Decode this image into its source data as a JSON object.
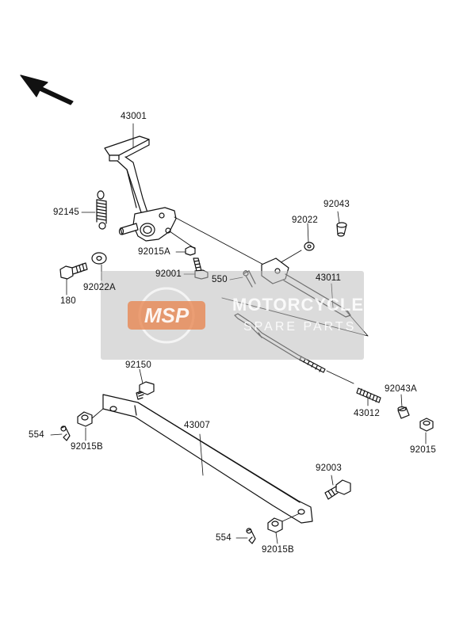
{
  "diagram": {
    "parts": {
      "p43001": "43001",
      "p92145": "92145",
      "p92015A": "92015A",
      "p92022A": "92022A",
      "p180": "180",
      "p92001": "92001",
      "p92043": "92043",
      "p92022": "92022",
      "p550": "550",
      "p43011": "43011",
      "p92150": "92150",
      "p554a": "554",
      "p92015B_a": "92015B",
      "p43007": "43007",
      "p43012": "43012",
      "p92043A": "92043A",
      "p92015": "92015",
      "p92003": "92003",
      "p554b": "554",
      "p92015B_b": "92015B"
    }
  },
  "watermark": {
    "logo_text": "MSP",
    "line1": "MOTORCYCLE",
    "line2": "SPARE PARTS"
  },
  "icons": {
    "orientation": "front-direction-arrow-icon"
  },
  "colors": {
    "line": "#111111",
    "watermark_bg": "#bebebe",
    "logo_orange": "#e8824a"
  }
}
